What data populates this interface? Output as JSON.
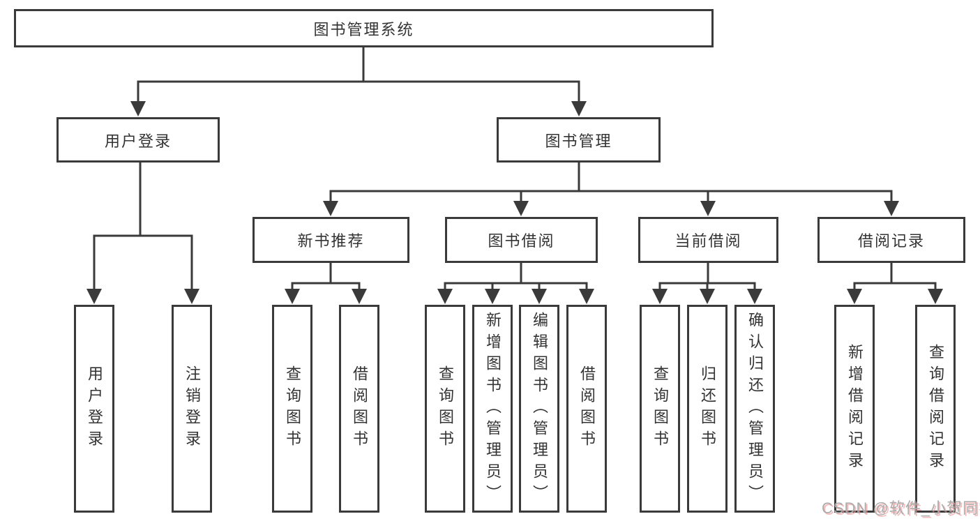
{
  "diagram": {
    "root": {
      "label": "图书管理系统"
    },
    "branches": [
      {
        "label": "用户登录",
        "leaves": [
          {
            "label": "用户登录"
          },
          {
            "label": "注销登录"
          }
        ]
      },
      {
        "label": "图书管理",
        "sections": [
          {
            "label": "新书推荐",
            "leaves": [
              {
                "label": "查询图书"
              },
              {
                "label": "借阅图书"
              }
            ]
          },
          {
            "label": "图书借阅",
            "leaves": [
              {
                "label": "查询图书"
              },
              {
                "label": "新增图书（管理员）"
              },
              {
                "label": "编辑图书（管理员）"
              },
              {
                "label": "借阅图书"
              }
            ]
          },
          {
            "label": "当前借阅",
            "leaves": [
              {
                "label": "查询图书"
              },
              {
                "label": "归还图书"
              },
              {
                "label": "确认归还（管理员）"
              }
            ]
          },
          {
            "label": "借阅记录",
            "leaves": [
              {
                "label": "新增借阅记录"
              },
              {
                "label": "查询借阅记录"
              }
            ]
          }
        ]
      }
    ],
    "watermark": "CSDN @软件_小贺同学",
    "colors": {
      "line": "#3a3a3a",
      "text": "#333333",
      "background": "#ffffff",
      "watermark_text": "#ababab",
      "watermark_shadow": "#f09494"
    }
  }
}
